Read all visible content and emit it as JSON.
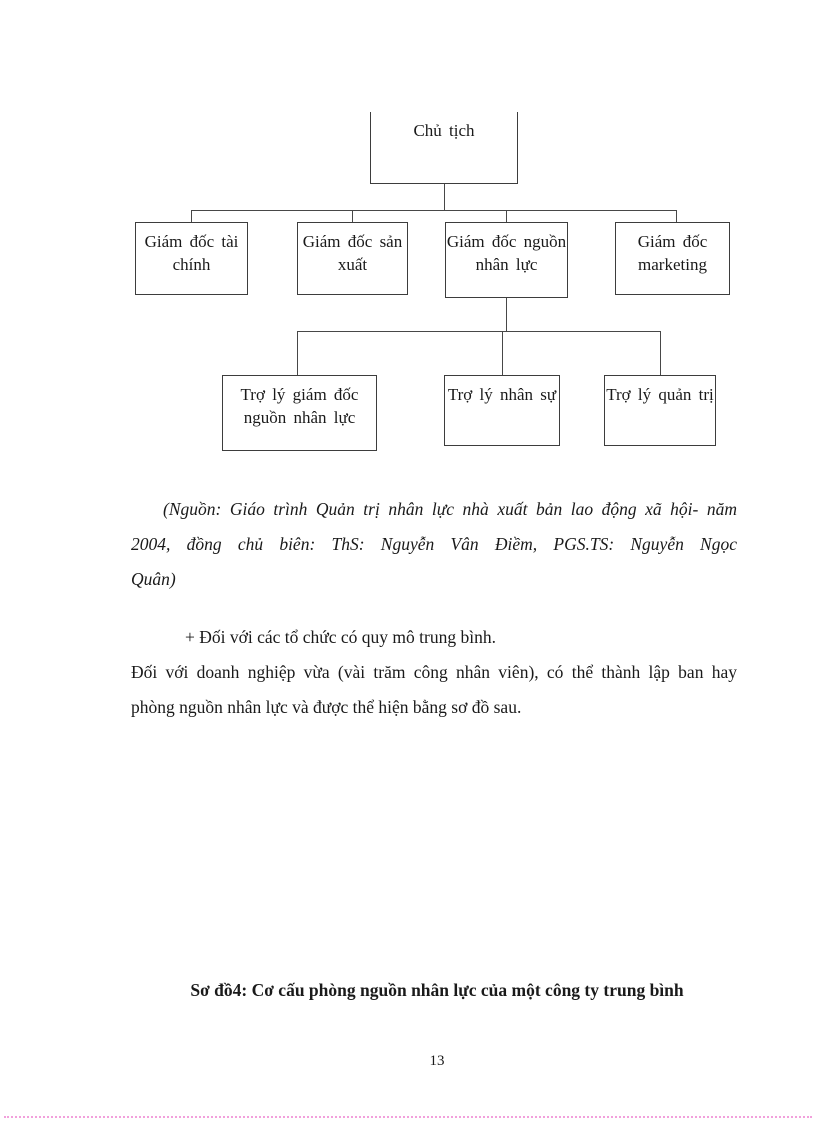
{
  "document": {
    "org_chart": {
      "president": "Chủ tịch",
      "level2": [
        "Giám đốc tài chính",
        "Giám đốc sản xuất",
        "Giám đốc nguồn nhân lực",
        "Giám đốc marketing"
      ],
      "level3": [
        "Trợ lý giám đốc nguồn nhân lực",
        "Trợ lý nhân sự",
        "Trợ lý quản trị"
      ]
    },
    "citation": {
      "lines": [
        "(Nguồn: Giáo trình Quản trị nhân lực nhà xuất bản lao động xã hội- năm",
        "2004, đồng chủ biên: ThS: Nguyễn Vân Điềm, PGS.TS: Nguyễn Ngọc",
        "Quân)"
      ]
    },
    "paragraph": {
      "lines": [
        "+ Đối với các tổ chức có quy mô trung bình.",
        "Đối với doanh nghiệp vừa (vài trăm công nhân viên), có thể thành lập ban hay",
        "phòng nguồn nhân lực và được thể hiện bằng sơ đồ sau."
      ]
    },
    "caption": "Sơ đồ4: Cơ cấu phòng nguồn nhân lực của một công ty trung bình",
    "page_number": "13"
  },
  "colors": {
    "text": "#1a1a1a",
    "connector_line": "#474747",
    "page_break_dotted": "#f2a0dc"
  }
}
